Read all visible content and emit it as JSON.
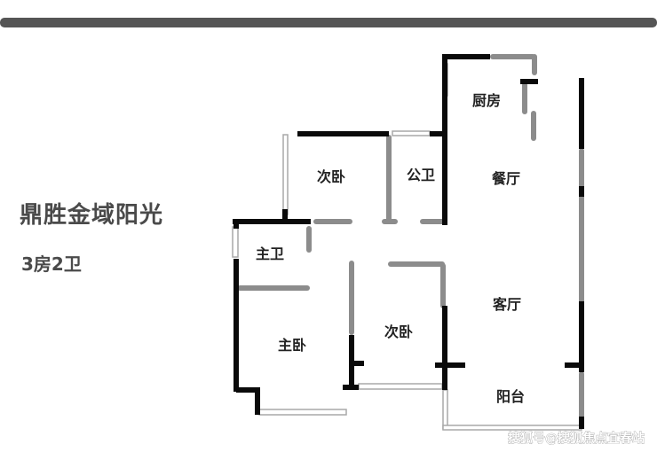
{
  "project": {
    "name": "鼎胜金域阳光",
    "layout": "3房2卫"
  },
  "rooms": {
    "kitchen": "厨房",
    "second_bedroom_top": "次卧",
    "public_bath": "公卫",
    "dining": "餐厅",
    "master_bath": "主卫",
    "living": "客厅",
    "master_bedroom": "主卧",
    "second_bedroom_bottom": "次卧",
    "balcony": "阳台"
  },
  "watermark": "搜狐号@搜狐焦点宜春站",
  "colors": {
    "wall": "#0a0a0a",
    "partition": "#8c8c8c",
    "window": "#bdbdbd",
    "header_bar": "#555555"
  }
}
